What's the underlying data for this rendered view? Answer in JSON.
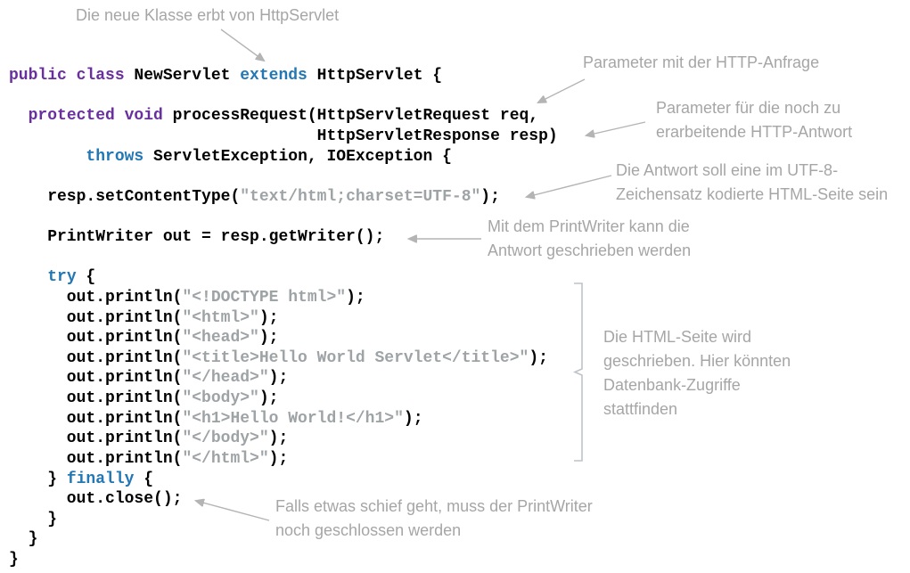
{
  "slide": {
    "background": "#ffffff"
  },
  "colors": {
    "keyword_purple": "#6a2f9f",
    "keyword_blue": "#2277b4",
    "string_gray": "#9ea3a6",
    "code_black": "#000000",
    "annotation_gray": "#a6a6a6",
    "arrow_gray": "#b4b4b4",
    "bracket_gray": "#bcc3c9"
  },
  "code": {
    "language": "java",
    "lines": [
      [
        {
          "c": "kw",
          "t": "public class"
        },
        {
          "c": "pl",
          "t": " NewServlet "
        },
        {
          "c": "kw2",
          "t": "extends"
        },
        {
          "c": "pl",
          "t": " HttpServlet {"
        }
      ],
      [],
      [
        {
          "c": "pl",
          "t": "  "
        },
        {
          "c": "kw",
          "t": "protected void"
        },
        {
          "c": "pl",
          "t": " processRequest(HttpServletRequest req,"
        }
      ],
      [
        {
          "c": "pl",
          "t": "                                HttpServletResponse resp)"
        }
      ],
      [
        {
          "c": "pl",
          "t": "        "
        },
        {
          "c": "kw2",
          "t": "throws"
        },
        {
          "c": "pl",
          "t": " ServletException, IOException {"
        }
      ],
      [],
      [
        {
          "c": "pl",
          "t": "    resp.setContentType("
        },
        {
          "c": "str",
          "t": "\"text/html;charset=UTF-8\""
        },
        {
          "c": "pl",
          "t": ");"
        }
      ],
      [],
      [
        {
          "c": "pl",
          "t": "    PrintWriter out = resp.getWriter();"
        }
      ],
      [],
      [
        {
          "c": "pl",
          "t": "    "
        },
        {
          "c": "kw2",
          "t": "try"
        },
        {
          "c": "pl",
          "t": " {"
        }
      ],
      [
        {
          "c": "pl",
          "t": "      out.println("
        },
        {
          "c": "str",
          "t": "\"<!DOCTYPE html>\""
        },
        {
          "c": "pl",
          "t": ");"
        }
      ],
      [
        {
          "c": "pl",
          "t": "      out.println("
        },
        {
          "c": "str",
          "t": "\"<html>\""
        },
        {
          "c": "pl",
          "t": ");"
        }
      ],
      [
        {
          "c": "pl",
          "t": "      out.println("
        },
        {
          "c": "str",
          "t": "\"<head>\""
        },
        {
          "c": "pl",
          "t": ");"
        }
      ],
      [
        {
          "c": "pl",
          "t": "      out.println("
        },
        {
          "c": "str",
          "t": "\"<title>Hello World Servlet</title>\""
        },
        {
          "c": "pl",
          "t": ");"
        }
      ],
      [
        {
          "c": "pl",
          "t": "      out.println("
        },
        {
          "c": "str",
          "t": "\"</head>\""
        },
        {
          "c": "pl",
          "t": ");"
        }
      ],
      [
        {
          "c": "pl",
          "t": "      out.println("
        },
        {
          "c": "str",
          "t": "\"<body>\""
        },
        {
          "c": "pl",
          "t": ");"
        }
      ],
      [
        {
          "c": "pl",
          "t": "      out.println("
        },
        {
          "c": "str",
          "t": "\"<h1>Hello World!</h1>\""
        },
        {
          "c": "pl",
          "t": ");"
        }
      ],
      [
        {
          "c": "pl",
          "t": "      out.println("
        },
        {
          "c": "str",
          "t": "\"</body>\""
        },
        {
          "c": "pl",
          "t": ");"
        }
      ],
      [
        {
          "c": "pl",
          "t": "      out.println("
        },
        {
          "c": "str",
          "t": "\"</html>\""
        },
        {
          "c": "pl",
          "t": ");"
        }
      ],
      [
        {
          "c": "pl",
          "t": "    } "
        },
        {
          "c": "kw2",
          "t": "finally"
        },
        {
          "c": "pl",
          "t": " {"
        }
      ],
      [
        {
          "c": "pl",
          "t": "      out.close();"
        }
      ],
      [
        {
          "c": "pl",
          "t": "    }"
        }
      ],
      [
        {
          "c": "pl",
          "t": "  }"
        }
      ],
      [
        {
          "c": "pl",
          "t": "}"
        }
      ]
    ]
  },
  "annotations": [
    {
      "name": "inherit-note",
      "lines": [
        "Die neue Klasse erbt von HttpServlet"
      ]
    },
    {
      "name": "request-param-note",
      "lines": [
        "Parameter mit der HTTP-Anfrage"
      ]
    },
    {
      "name": "response-param-note",
      "lines": [
        "Parameter für die noch zu",
        "erarbeitende HTTP-Antwort"
      ]
    },
    {
      "name": "content-type-note",
      "lines": [
        "Die Antwort soll eine im UTF-8-",
        "Zeichensatz kodierte HTML-Seite sein"
      ]
    },
    {
      "name": "printwriter-note",
      "lines": [
        "Mit dem PrintWriter kann die",
        "Antwort geschrieben werden"
      ]
    },
    {
      "name": "html-writing-note",
      "lines": [
        "Die HTML-Seite wird",
        "geschrieben. Hier könnten",
        "Datenbank-Zugriffe",
        "stattfinden"
      ]
    },
    {
      "name": "close-note",
      "lines": [
        "Falls etwas schief geht, muss der PrintWriter",
        "noch geschlossen werden"
      ]
    }
  ]
}
